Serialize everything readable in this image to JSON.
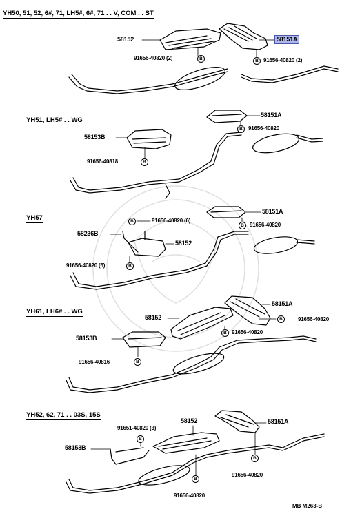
{
  "sections": [
    {
      "header": "YH50, 51, 52, 6#, 71, LH5#, 6#, 71 . . V, COM . . ST",
      "labels": [
        "58152",
        "58151A",
        "91656-40820 (2)",
        "91656-40820 (2)"
      ]
    },
    {
      "header": "YH51, LH5# . . WG",
      "labels": [
        "58151A",
        "91656-40820",
        "58153B",
        "91656-40818"
      ]
    },
    {
      "header": "YH57",
      "labels": [
        "58151A",
        "91656-40820 (6)",
        "91656-40820",
        "58236B",
        "58152",
        "91656-40820 (6)"
      ]
    },
    {
      "header": "YH61, LH6# . . WG",
      "labels": [
        "58151A",
        "58152",
        "91656-40820",
        "91656-40820",
        "58153B",
        "91656-40816"
      ]
    },
    {
      "header": "YH52, 62, 71 . . 03S, 15S",
      "labels": [
        "91651-40820 (3)",
        "58152",
        "58151A",
        "58153B",
        "91656-40820",
        "91656-40820"
      ]
    }
  ],
  "badge_letter": "B",
  "footer": "MB  M263-B"
}
